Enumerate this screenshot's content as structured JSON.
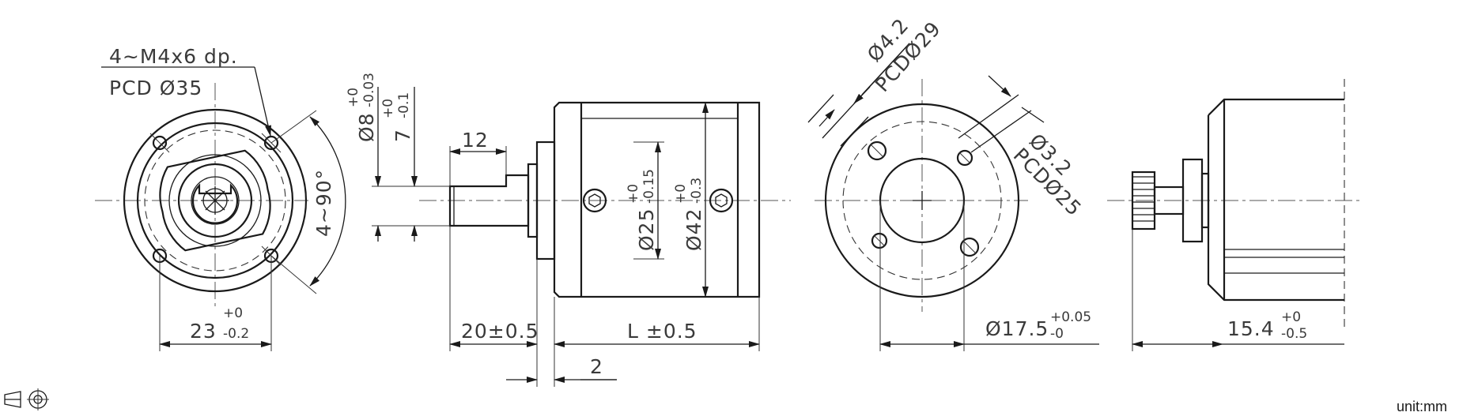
{
  "dims": {
    "thread": "4~M4x6 dp.",
    "pcd35": "PCD Ø35",
    "angle": "4~90°",
    "d23_base": "23",
    "d23_upper": "+0",
    "d23_lower": "-0.2",
    "d8_base": "Ø8",
    "d8_upper": "+0",
    "d8_lower": "-0.03",
    "d7_base": "7",
    "d7_upper": "+0",
    "d7_lower": "-0.1",
    "len12": "12",
    "len20": "20±0.5",
    "len2": "2",
    "lenL": "L ±0.5",
    "d25_base": "Ø25",
    "d25_upper": "+0",
    "d25_lower": "-0.15",
    "d42_base": "Ø42",
    "d42_upper": "+0",
    "d42_lower": "-0.3",
    "d42hole": "Ø4.2",
    "pcd29": "PCDØ29",
    "d32": "Ø3.2",
    "pcd25": "PCDØ25",
    "d175_base": "Ø17.5",
    "d175_upper": "+0.05",
    "d175_lower": "-0",
    "d154_base": "15.4",
    "d154_upper": "+0",
    "d154_lower": "-0.5"
  },
  "projection_symbol": "third-angle-projection-icon",
  "unit_label": "unit:mm"
}
